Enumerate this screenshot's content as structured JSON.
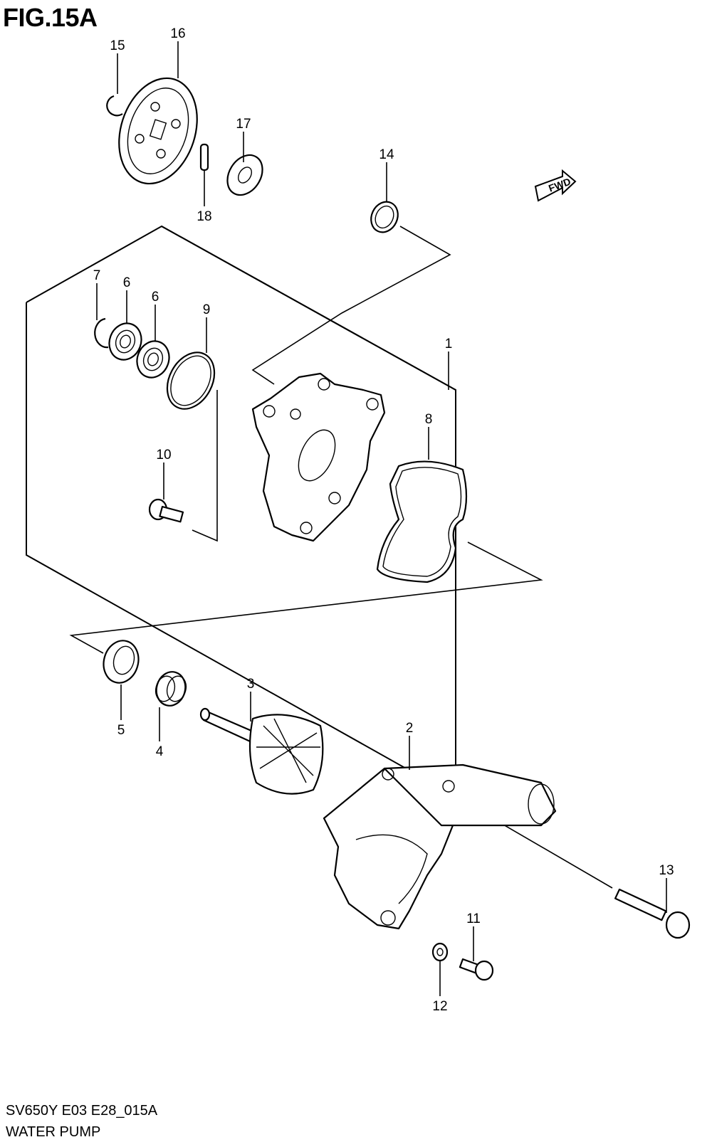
{
  "figure": {
    "title": "FIG.15A"
  },
  "footer": {
    "code": "SV650Y E03 E28_015A",
    "name": "WATER PUMP"
  },
  "fwd_badge": {
    "text": "FWD"
  },
  "callouts": [
    {
      "id": "c16",
      "number": "16"
    },
    {
      "id": "c15",
      "number": "15"
    },
    {
      "id": "c17",
      "number": "17"
    },
    {
      "id": "c18",
      "number": "18"
    },
    {
      "id": "c14",
      "number": "14"
    },
    {
      "id": "c7",
      "number": "7"
    },
    {
      "id": "c6a",
      "number": "6"
    },
    {
      "id": "c6b",
      "number": "6"
    },
    {
      "id": "c9",
      "number": "9"
    },
    {
      "id": "c1",
      "number": "1"
    },
    {
      "id": "c8",
      "number": "8"
    },
    {
      "id": "c10",
      "number": "10"
    },
    {
      "id": "c3",
      "number": "3"
    },
    {
      "id": "c5",
      "number": "5"
    },
    {
      "id": "c4",
      "number": "4"
    },
    {
      "id": "c2",
      "number": "2"
    },
    {
      "id": "c13",
      "number": "13"
    },
    {
      "id": "c11",
      "number": "11"
    },
    {
      "id": "c12",
      "number": "12"
    }
  ]
}
